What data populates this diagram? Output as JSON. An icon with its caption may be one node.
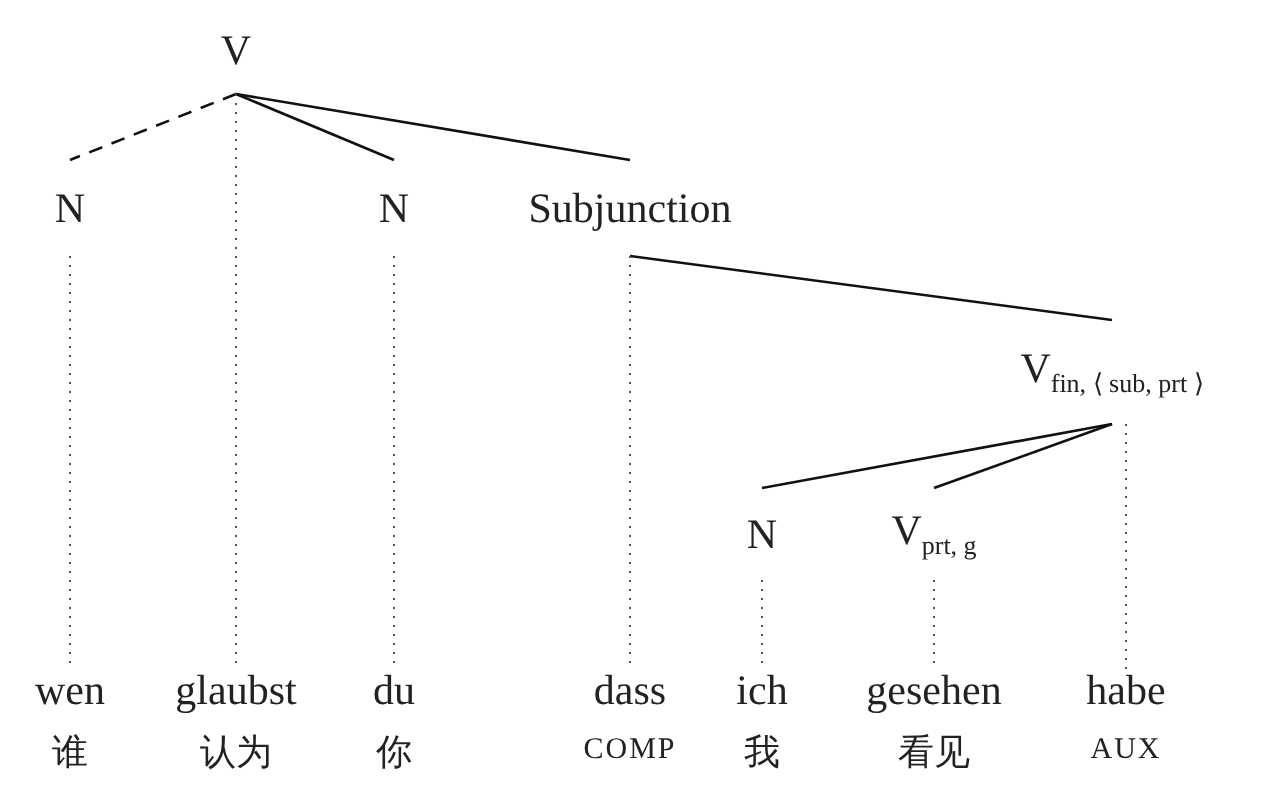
{
  "diagram": {
    "nodes": [
      {
        "text": [
          "V"
        ]
      },
      {
        "text": [
          "N"
        ]
      },
      {
        "text": [
          "N"
        ]
      },
      {
        "text": [
          "Subjunction"
        ]
      },
      {
        "text": [
          "V$_{fin, ⟨ sub, prt ⟩}$"
        ]
      },
      {
        "text": [
          "N"
        ]
      },
      {
        "text": [
          "V$_{prt, g}$"
        ]
      },
      {
        "text": [
          "wen",
          "谁"
        ]
      },
      {
        "text": [
          "glaubst",
          "认为"
        ]
      },
      {
        "text": [
          "du",
          "你"
        ]
      },
      {
        "text": [
          "dass",
          "COMP"
        ]
      },
      {
        "text": [
          "ich",
          "我"
        ]
      },
      {
        "text": [
          "gesehen",
          "看见"
        ]
      },
      {
        "text": [
          "habe",
          "AUX"
        ]
      }
    ],
    "edges": [
      {
        "from": 0,
        "to": 1,
        "arrow": "none",
        "style": "dashed"
      },
      {
        "from": 0,
        "to": 2,
        "arrow": "none"
      },
      {
        "from": 0,
        "to": 3,
        "arrow": "none"
      },
      {
        "from": 3,
        "to": 4,
        "arrow": "none"
      },
      {
        "from": 4,
        "to": 5,
        "arrow": "none"
      },
      {
        "from": 4,
        "to": 6,
        "arrow": "none"
      },
      {
        "from": 1,
        "to": 7,
        "arrow": "none",
        "style": "dashed",
        "color": "#555555"
      },
      {
        "from": 0,
        "to": 8,
        "arrow": "none",
        "style": "dashed",
        "color": "#555555"
      },
      {
        "from": 2,
        "to": 9,
        "arrow": "none",
        "style": "dashed",
        "color": "#555555"
      },
      {
        "from": 3,
        "to": 10,
        "arrow": "none",
        "style": "dashed",
        "color": "#555555"
      },
      {
        "from": 5,
        "to": 11,
        "arrow": "none",
        "style": "dashed",
        "color": "#555555"
      },
      {
        "from": 6,
        "to": 12,
        "arrow": "none",
        "style": "dashed",
        "color": "#555555"
      },
      {
        "from": 4,
        "to": 13,
        "arrow": "none",
        "style": "dashed",
        "color": "#555555"
      }
    ]
  }
}
